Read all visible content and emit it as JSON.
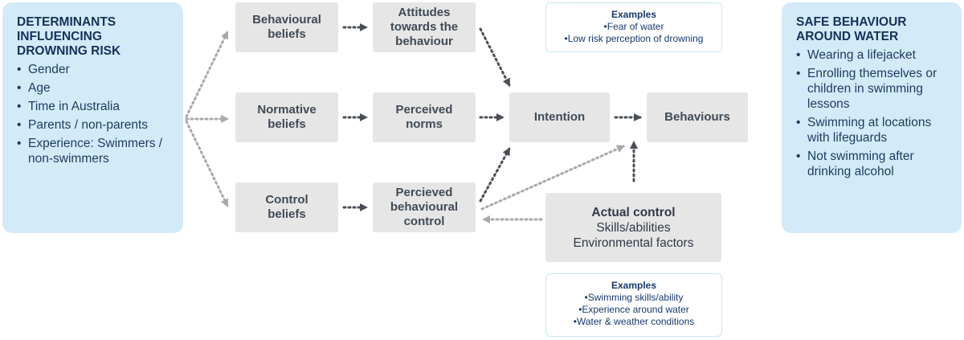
{
  "left_panel": {
    "title": "DETERMINANTS\nINFLUENCING\nDROWNING RISK",
    "items": [
      "Gender",
      "Age",
      "Time in Australia",
      "Parents / non-parents",
      "Experience: Swimmers /\nnon-swimmers"
    ]
  },
  "right_panel": {
    "title": "SAFE BEHAVIOUR\nAROUND WATER",
    "items": [
      "Wearing a lifejacket",
      "Enrolling themselves or\nchildren in swimming\nlessons",
      "Swimming at locations\nwith lifeguards",
      "Not swimming after\ndrinking alcohol"
    ]
  },
  "boxes": {
    "behavioural_beliefs": "Behavioural\nbeliefs",
    "normative_beliefs": "Normative\nbeliefs",
    "control_beliefs": "Control\nbeliefs",
    "attitudes": "Attitudes\ntowards the\nbehaviour",
    "perceived_norms": "Perceived\nnorms",
    "perceived_control": "Percieved\nbehavioural\ncontrol",
    "intention": "Intention",
    "behaviours": "Behaviours"
  },
  "actual_control": {
    "title": "Actual control",
    "lines": [
      "Skills/abilities",
      "Environmental factors"
    ]
  },
  "examples_top": {
    "title": "Examples",
    "items": [
      "Fear of water",
      "Low risk perception of drowning"
    ]
  },
  "examples_bottom": {
    "title": "Examples",
    "items": [
      "Swimming skills/ability",
      "Experience around water",
      "Water & weather conditions"
    ]
  },
  "colors": {
    "panel": "#d3ebf8",
    "box": "#e6e6e6",
    "dark_arrow": "#4a4f57",
    "light_arrow": "#a9a9a9"
  }
}
